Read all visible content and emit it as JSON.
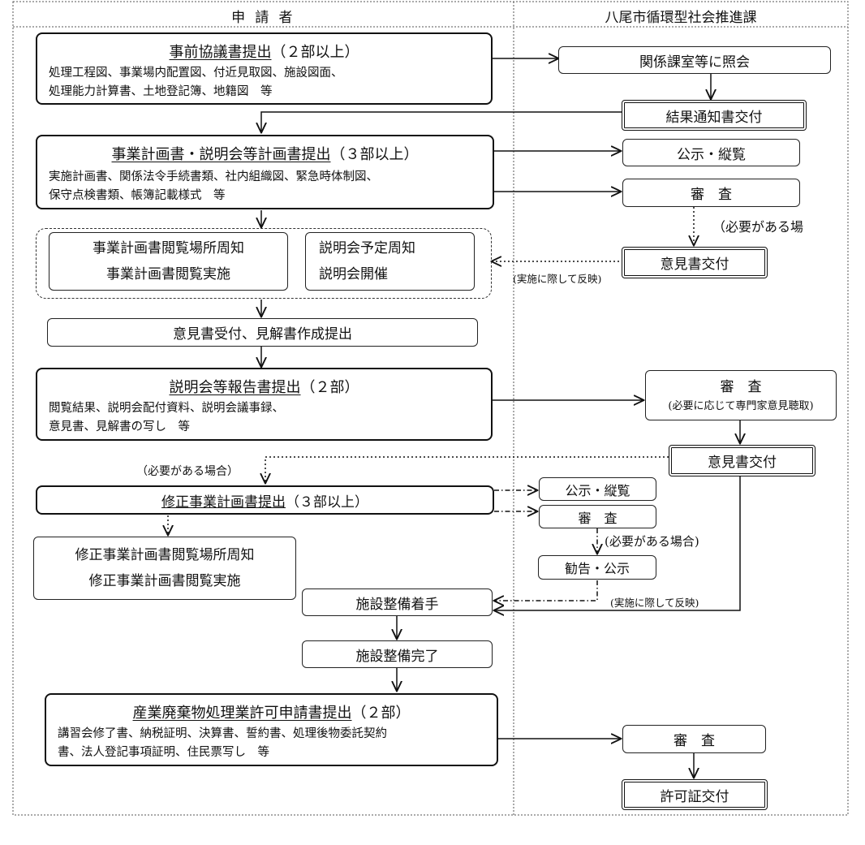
{
  "header": {
    "applicant": "申 請 者",
    "city_section": "八尾市循環型社会推進課"
  },
  "steps": {
    "prior_consult": {
      "title": "事前協議書提出",
      "suffix": "（２部以上）",
      "line1": "処理工程図、事業場内配置図、付近見取図、施設図面、",
      "line2": "処理能力計算書、土地登記簿、地籍図　等"
    },
    "plan_submit": {
      "title": "事業計画書・説明会等計画書提出",
      "suffix": "（３部以上）",
      "line1": "実施計画書、関係法令手続書類、社内組織図、緊急時体制図、",
      "line2": "保守点検書類、帳簿記載様式　等"
    },
    "plan_viewing": {
      "line1": "事業計画書閲覧場所周知",
      "line2": "事業計画書閲覧実施"
    },
    "briefing": {
      "line1": "説明会予定周知",
      "line2": "説明会開催"
    },
    "opinion_receive": "意見書受付、見解書作成提出",
    "report_submit": {
      "title": "説明会等報告書提出",
      "suffix": "（２部）",
      "line1": "閲覧結果、説明会配付資料、説明会議事録、",
      "line2": "意見書、見解書の写し　等"
    },
    "revised_plan": {
      "title": "修正事業計画書提出",
      "suffix": "（３部以上）"
    },
    "revised_viewing": {
      "line1": "修正事業計画書閲覧場所周知",
      "line2": "修正事業計画書閲覧実施"
    },
    "construction_start": "施設整備着手",
    "construction_done": "施設整備完了",
    "permit_apply": {
      "title": "産業廃棄物処理業許可申請書提出",
      "suffix": "（２部）",
      "line1": "講習会修了書、納税証明、決算書、誓約書、処理後物委託契約",
      "line2": "書、法人登記事項証明、住民票写し　等"
    }
  },
  "city": {
    "inquiry": "関係課室等に照会",
    "result_notice": "結果通知書交付",
    "public_view_1": "公示・縦覧",
    "review_1": "審　査",
    "opinion_issue_1": "意見書交付",
    "review_2": "審　査",
    "review_2_note": "(必要に応じて専門家意見聴取)",
    "opinion_issue_2": "意見書交付",
    "public_view_2": "公示・縦覧",
    "review_3": "審　査",
    "recommend": "勧告・公示",
    "review_4": "審　査",
    "permit_issue": "許可証交付"
  },
  "notes": {
    "if_needed_1": "（必要がある場",
    "reflect_1": "(実施に際して反映)",
    "if_needed_2": "（必要がある場合）",
    "if_needed_3": "(必要がある場合)",
    "reflect_2": "(実施に際して反映)"
  }
}
